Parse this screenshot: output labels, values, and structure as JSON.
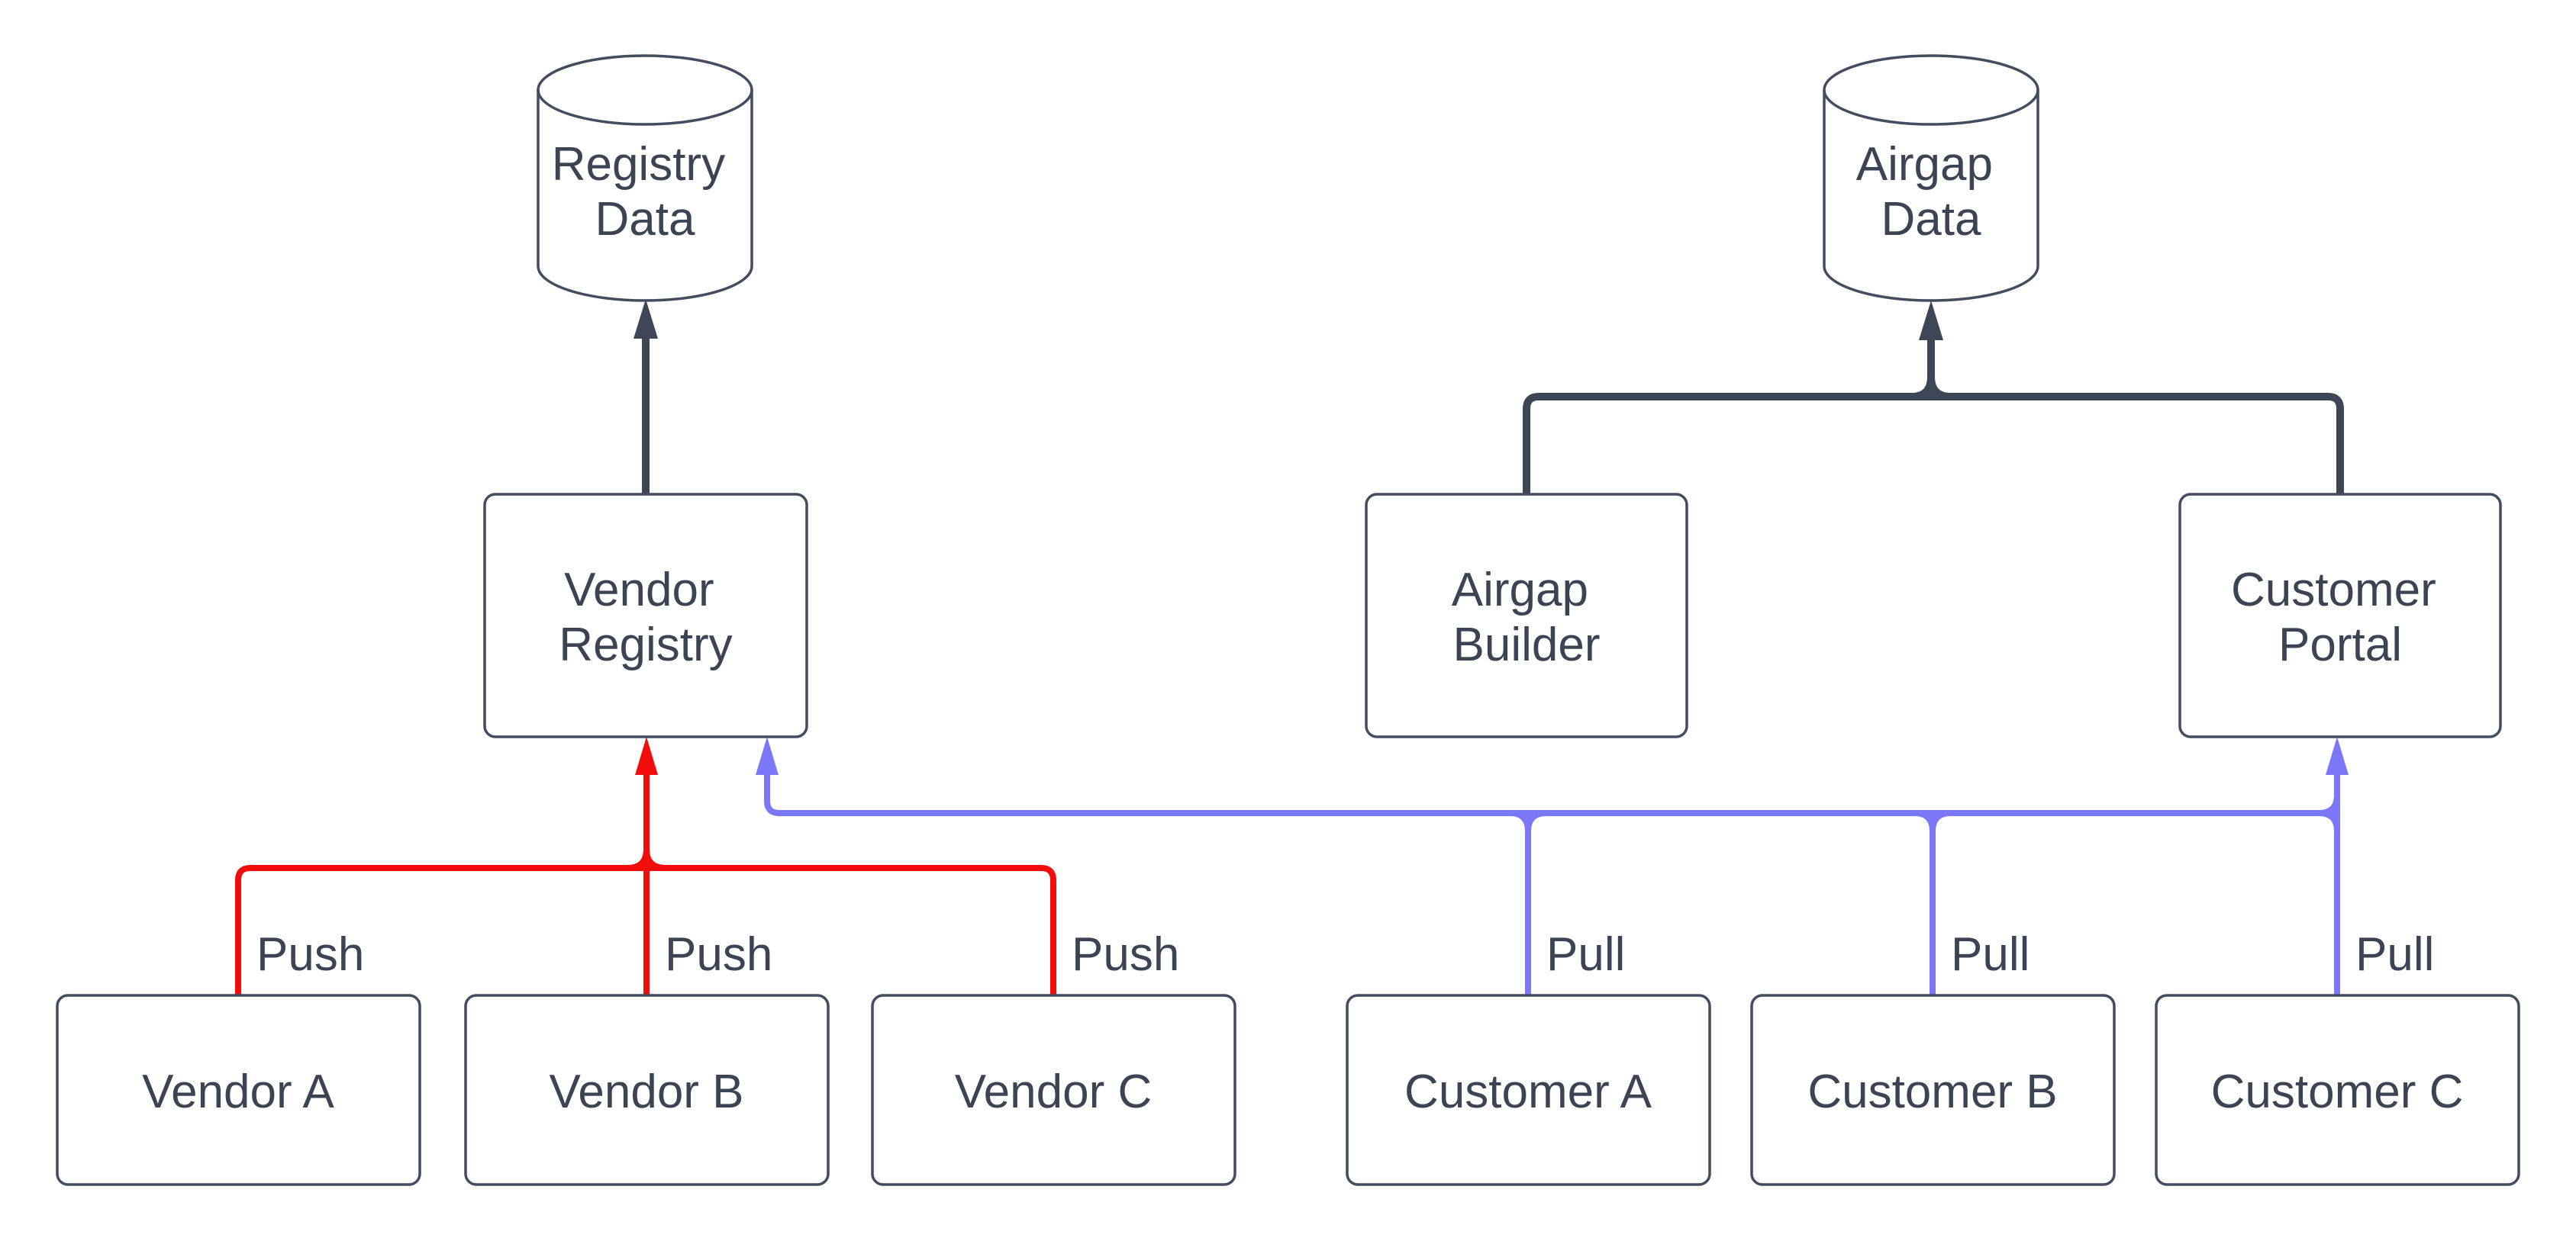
{
  "diagram": {
    "colors": {
      "push": "#f20c0c",
      "pull": "#7a78f6",
      "flow": "#3c4656",
      "node_border": "#424d60",
      "text": "#3a4454",
      "background": "#ffffff"
    },
    "datastores": [
      {
        "id": "registry-data",
        "lines": [
          "Registry",
          "Data"
        ]
      },
      {
        "id": "airgap-data",
        "lines": [
          "Airgap",
          "Data"
        ]
      }
    ],
    "services": [
      {
        "id": "vendor-registry",
        "lines": [
          "Vendor",
          "Registry"
        ]
      },
      {
        "id": "airgap-builder",
        "lines": [
          "Airgap",
          "Builder"
        ]
      },
      {
        "id": "customer-portal",
        "lines": [
          "Customer",
          "Portal"
        ]
      }
    ],
    "vendors": [
      {
        "label": "Vendor A"
      },
      {
        "label": "Vendor B"
      },
      {
        "label": "Vendor C"
      }
    ],
    "customers": [
      {
        "label": "Customer A"
      },
      {
        "label": "Customer B"
      },
      {
        "label": "Customer C"
      }
    ],
    "edges": [
      {
        "from": "Vendor A",
        "to": "Vendor Registry",
        "label": "Push"
      },
      {
        "from": "Vendor B",
        "to": "Vendor Registry",
        "label": "Push"
      },
      {
        "from": "Vendor C",
        "to": "Vendor Registry",
        "label": "Push"
      },
      {
        "from": "Customer A",
        "to": "Vendor Registry",
        "label": "Pull"
      },
      {
        "from": "Customer B",
        "to": "Vendor Registry",
        "label": "Pull"
      },
      {
        "from": "Customer C",
        "to": "Customer Portal",
        "label": "Pull"
      },
      {
        "from": "Vendor Registry",
        "to": "Registry Data",
        "label": ""
      },
      {
        "from": "Airgap Builder",
        "to": "Airgap Data",
        "label": ""
      },
      {
        "from": "Customer Portal",
        "to": "Airgap Data",
        "label": ""
      }
    ]
  }
}
